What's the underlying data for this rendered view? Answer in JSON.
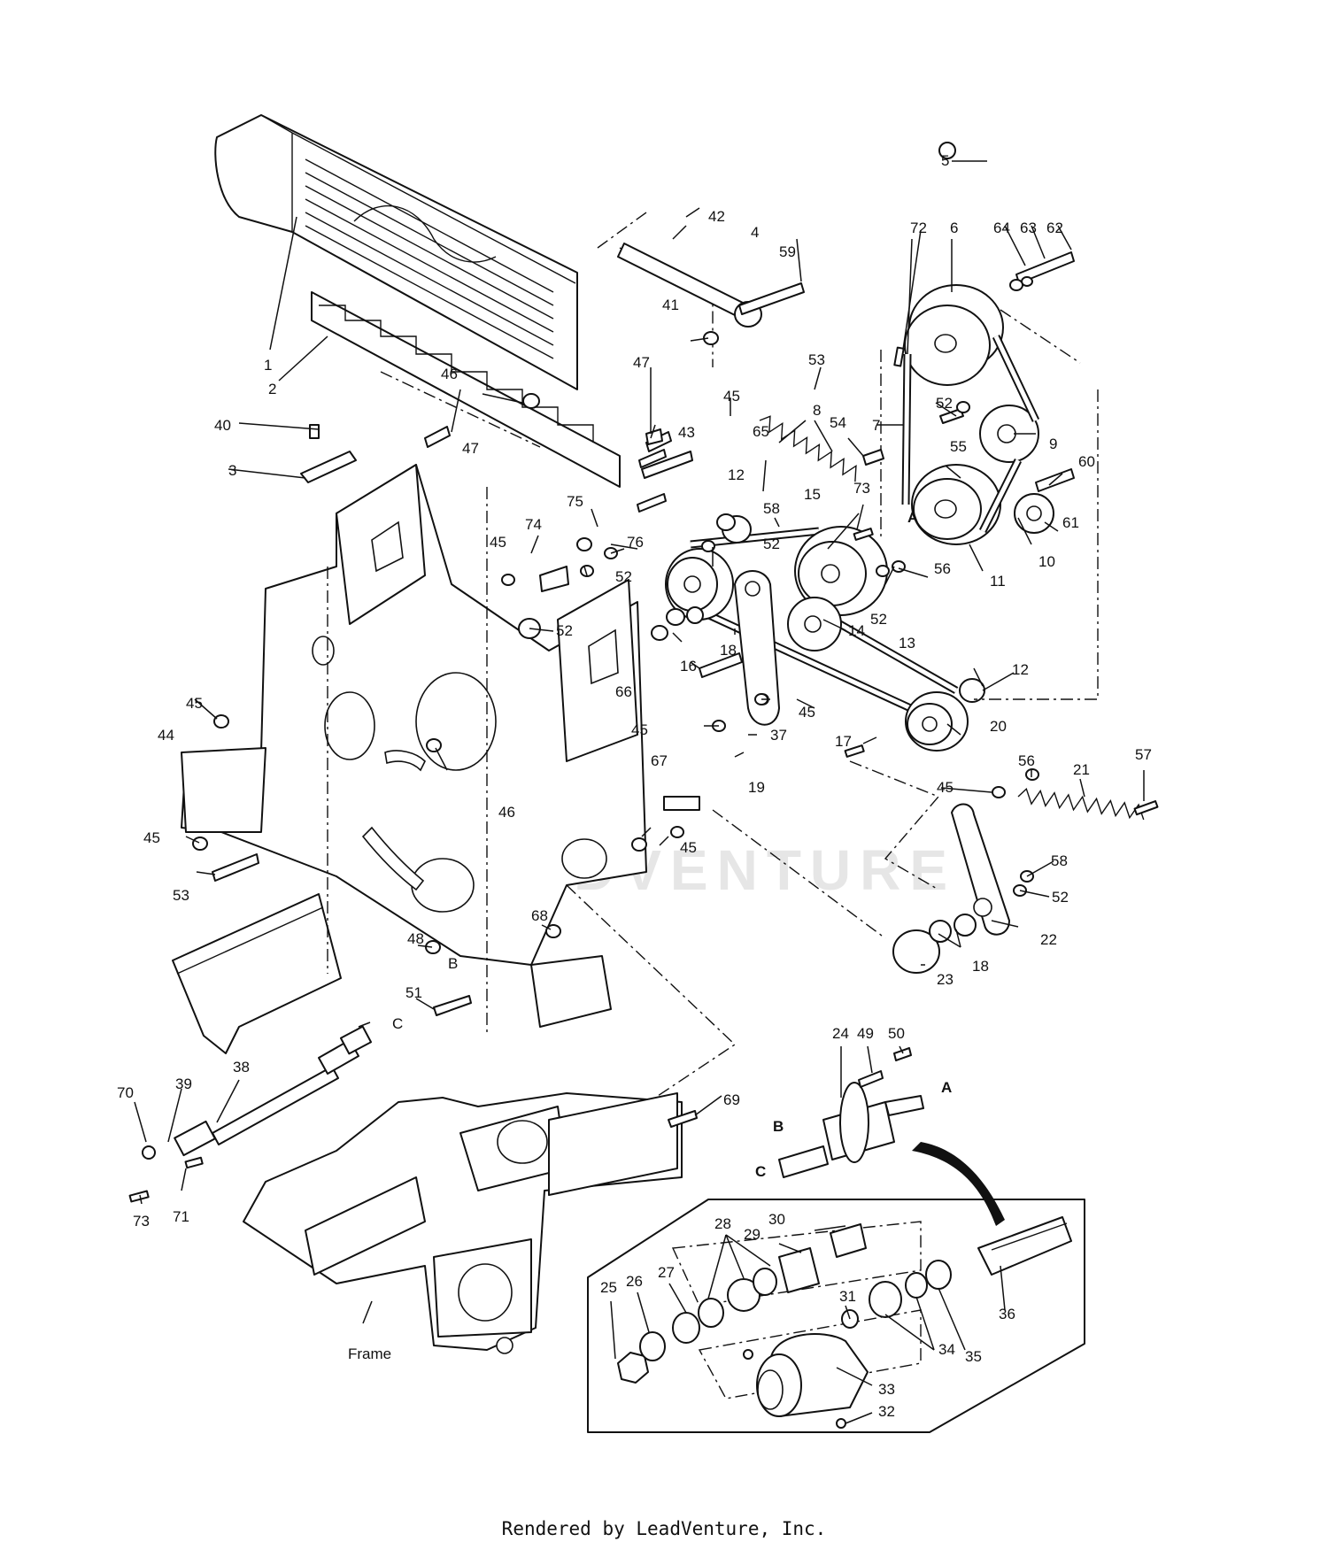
{
  "diagram": {
    "watermark": "LEADVENTURE",
    "footer": "Rendered by LeadVenture, Inc.",
    "frame_label": "Frame",
    "callouts": [
      "1",
      "2",
      "3",
      "4",
      "5",
      "6",
      "7",
      "8",
      "9",
      "10",
      "11",
      "12",
      "12",
      "13",
      "14",
      "15",
      "16",
      "17",
      "18",
      "18",
      "19",
      "20",
      "21",
      "22",
      "23",
      "24",
      "25",
      "26",
      "27",
      "28",
      "29",
      "30",
      "31",
      "32",
      "33",
      "34",
      "35",
      "36",
      "37",
      "38",
      "39",
      "40",
      "41",
      "42",
      "43",
      "44",
      "45",
      "45",
      "45",
      "45",
      "45",
      "45",
      "45",
      "45",
      "46",
      "46",
      "47",
      "47",
      "48",
      "49",
      "50",
      "51",
      "52",
      "52",
      "52",
      "52",
      "52",
      "52",
      "53",
      "53",
      "54",
      "55",
      "56",
      "56",
      "57",
      "58",
      "58",
      "59",
      "60",
      "61",
      "62",
      "63",
      "64",
      "65",
      "66",
      "67",
      "68",
      "69",
      "70",
      "71",
      "72",
      "73",
      "73",
      "74",
      "75",
      "76"
    ],
    "reference_letters": [
      "A",
      "A",
      "B",
      "B",
      "C",
      "C"
    ]
  }
}
